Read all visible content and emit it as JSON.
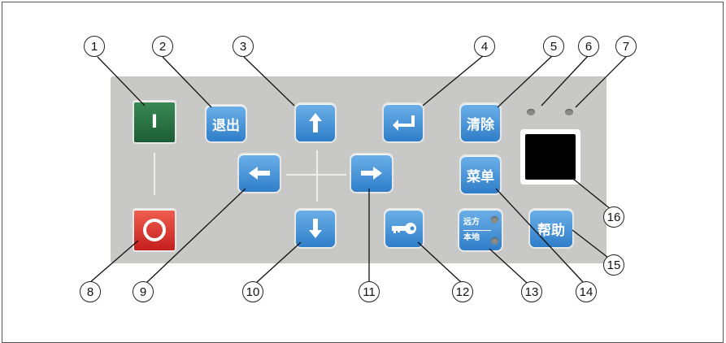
{
  "panel": {
    "keys": {
      "start": "I",
      "exit": "退出",
      "clear": "清除",
      "menu": "菜单",
      "help": "帮助",
      "remote": "远方",
      "local": "本地"
    },
    "callouts": [
      "1",
      "2",
      "3",
      "4",
      "5",
      "6",
      "7",
      "8",
      "9",
      "10",
      "11",
      "12",
      "13",
      "14",
      "15",
      "16"
    ]
  },
  "colors": {
    "panel": "#c8c8c6",
    "blue_key": "#3d8fd6",
    "start_key": "#2a7444",
    "stop_key": "#d8282a",
    "display": "#000000"
  },
  "icons": {
    "start": "start-bar-icon",
    "stop": "stop-ring-icon",
    "up": "arrow-up-icon",
    "down": "arrow-down-icon",
    "left": "arrow-left-icon",
    "right": "arrow-right-icon",
    "enter": "enter-return-icon",
    "key": "key-icon"
  }
}
